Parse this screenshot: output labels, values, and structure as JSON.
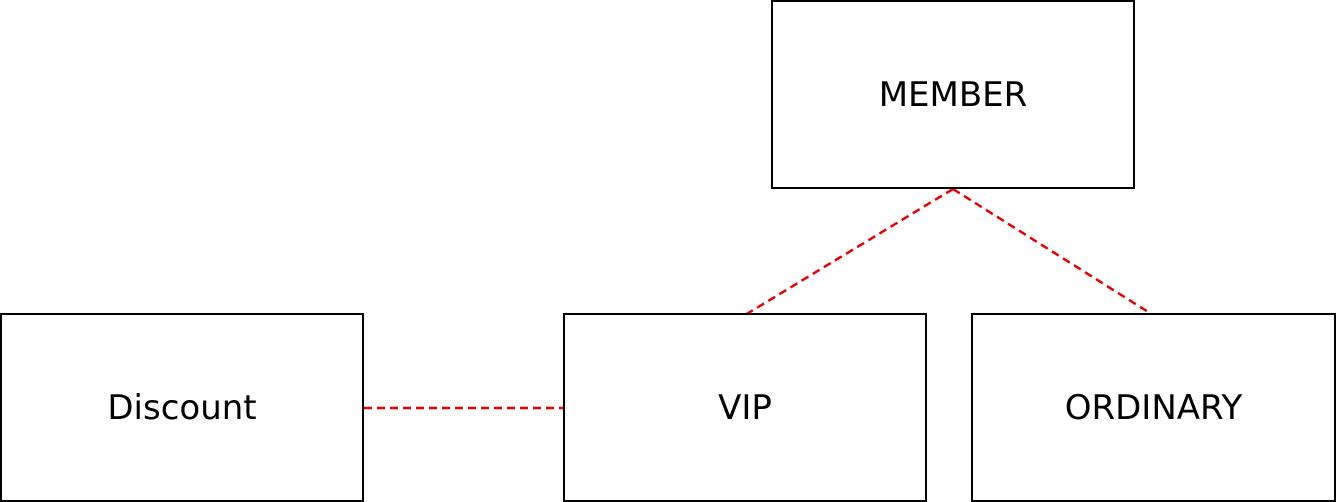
{
  "diagram": {
    "nodes": {
      "member": {
        "label": "MEMBER"
      },
      "discount": {
        "label": "Discount"
      },
      "vip": {
        "label": "VIP"
      },
      "ordinary": {
        "label": "ORDINARY"
      }
    },
    "edges": [
      {
        "from": "member",
        "to": "vip",
        "style": "dashed"
      },
      {
        "from": "member",
        "to": "ordinary",
        "style": "dashed"
      },
      {
        "from": "discount",
        "to": "vip",
        "style": "dashed"
      }
    ]
  },
  "colors": {
    "edge": "#e60000",
    "node_border": "#000000",
    "background": "#ffffff"
  }
}
